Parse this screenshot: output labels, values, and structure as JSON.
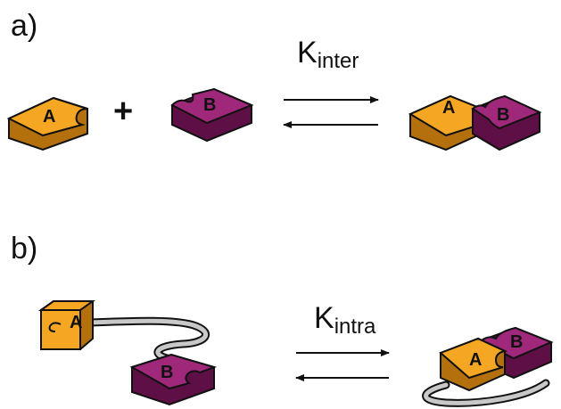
{
  "panels": {
    "a": {
      "label": "a)",
      "constant": {
        "symbol": "K",
        "subscript": "inter"
      },
      "operator": "+",
      "block_a_label": "A",
      "block_b_label": "B"
    },
    "b": {
      "label": "b)",
      "constant": {
        "symbol": "K",
        "subscript": "intra"
      },
      "block_a_label": "A",
      "block_b_label": "B"
    }
  },
  "colors": {
    "block_a_top": "#f5a623",
    "block_a_side": "#b5700e",
    "block_b_top": "#a0287a",
    "block_b_side": "#5e0f45",
    "linker": "#c8c8c8",
    "outline": "#111111"
  }
}
